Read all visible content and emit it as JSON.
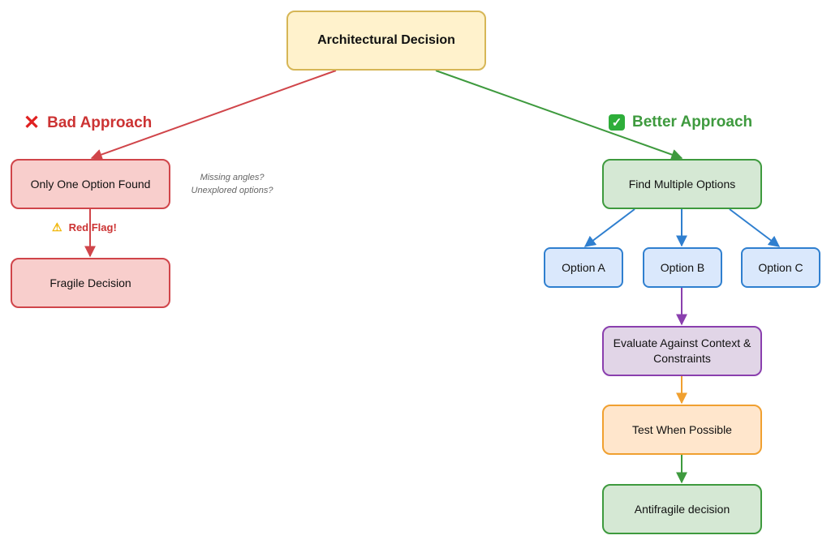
{
  "root": {
    "label": "Architectural Decision"
  },
  "bad_branch": {
    "heading": "Bad Approach",
    "heading_icon": "cross-mark-icon",
    "nodes": {
      "only_one": "Only One Option Found",
      "fragile": "Fragile Decision"
    },
    "note_lines": [
      "Missing angles?",
      "Unexplored options?"
    ],
    "flag_label": "Red Flag!",
    "flag_icon": "warning-icon",
    "color": "#cc3333"
  },
  "good_branch": {
    "heading": "Better Approach",
    "heading_icon": "check-mark-icon",
    "nodes": {
      "find_multiple": "Find Multiple Options",
      "option_a": "Option A",
      "option_b": "Option B",
      "option_c": "Option C",
      "evaluate": "Evaluate Against Context & Constraints",
      "test": "Test When Possible",
      "antifragile": "Antifragile decision"
    },
    "color": "#3e9a3e"
  },
  "colors": {
    "root_fill": "#fff2cc",
    "bad_fill": "#f8cecc",
    "good_fill": "#d5e8d4",
    "option_fill": "#dae8fc",
    "evaluate_fill": "#e1d5e7",
    "test_fill": "#ffe6cc",
    "edge_red": "#d0454a",
    "edge_green": "#3e9a3e",
    "edge_blue": "#2f7fcf",
    "edge_purple": "#8a3fae",
    "edge_orange": "#f0a030"
  }
}
